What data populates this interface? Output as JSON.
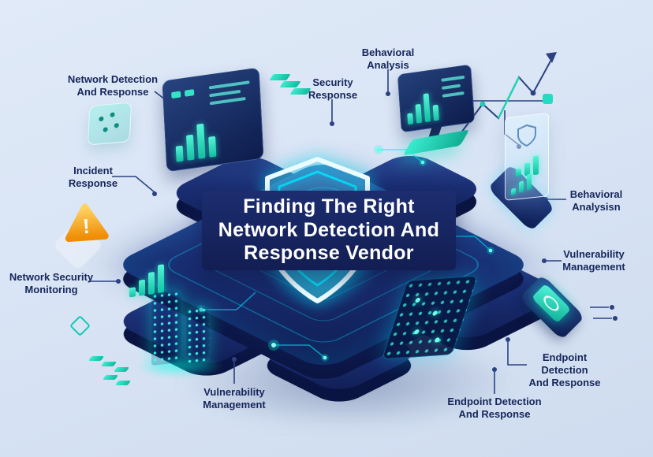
{
  "title": {
    "text": "Finding The Right\nNetwork Detection And\nResponse Vendor"
  },
  "labels": [
    {
      "id": "network-detection-and-response",
      "text": "Network Detection\nAnd Response"
    },
    {
      "id": "incident-response",
      "text": "Incident\nResponse"
    },
    {
      "id": "network-security-monitoring",
      "text": "Network Security\nMonitoring"
    },
    {
      "id": "security-response",
      "text": "Security\nResponse"
    },
    {
      "id": "behavioral-analysis-top",
      "text": "Behavioral\nAnalysis"
    },
    {
      "id": "behavioral-analysis-right",
      "text": "Behavioral\nAnalysisn"
    },
    {
      "id": "vulnerability-management-right",
      "text": "Vulnerability\nManagement"
    },
    {
      "id": "endpoint-detection-right",
      "text": "Endpoint\nDetection\nAnd Response"
    },
    {
      "id": "vulnerability-management-bottom",
      "text": "Vulnerability\nManagement"
    },
    {
      "id": "endpoint-detection-bottom",
      "text": "Endpoint Detection\nAnd Response"
    }
  ],
  "icons": {
    "warning": "!"
  },
  "colors": {
    "background": "#d7e3f4",
    "platform_navy": "#16265f",
    "accent_teal": "#1fe0c4",
    "accent_cyan": "#27e6ff",
    "warning_orange": "#f59e0b",
    "label_text": "#16265a",
    "banner_navy": "#16255f"
  }
}
